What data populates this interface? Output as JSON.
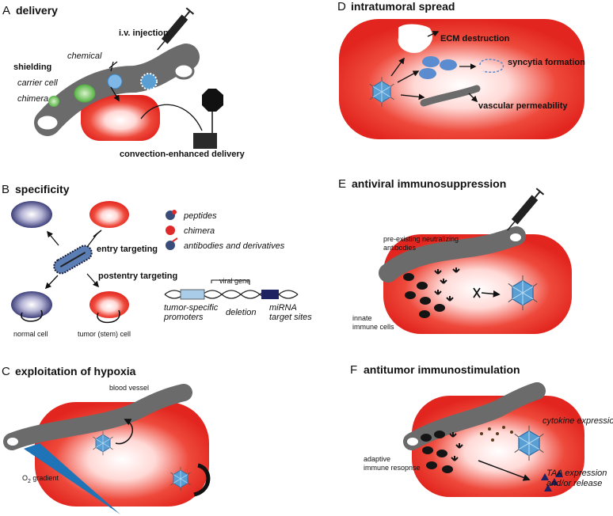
{
  "panels": {
    "A": {
      "letter": "A",
      "title": "delivery",
      "labels": {
        "iv": "i.v. injection",
        "shielding": "shielding",
        "chemical": "chemical",
        "carrier": "carrier cell",
        "chimera": "chimera",
        "ced": "convection-enhanced delivery"
      }
    },
    "B": {
      "letter": "B",
      "title": "specificity",
      "labels": {
        "entry": "entry targeting",
        "postentry": "postentry targeting",
        "normal": "normal cell",
        "tumor": "tumor (stem) cell",
        "peptides": "peptides",
        "chimera": "chimera",
        "antibodies": "antibodies and derivatives",
        "viralgene": "viral gene",
        "promoters_1": "tumor-specific",
        "promoters_2": "promoters",
        "deletion": "deletion",
        "mirna_1": "miRNA",
        "mirna_2": "target sites"
      }
    },
    "C": {
      "letter": "C",
      "title": "exploitation of hypoxia",
      "labels": {
        "vessel": "blood vessel",
        "o2": "O",
        "o2sub": "2",
        "gradient": " gradient"
      }
    },
    "D": {
      "letter": "D",
      "title": "intratumoral spread",
      "labels": {
        "ecm": "ECM destruction",
        "syncytia": "syncytia formation",
        "vascular": "vascular permeability"
      }
    },
    "E": {
      "letter": "E",
      "title": "antiviral immunosuppression",
      "labels": {
        "pre1": "pre-existing neutralizing",
        "pre2": "antibodies",
        "innate1": "innate",
        "innate2": "immune cells"
      }
    },
    "F": {
      "letter": "F",
      "title": "antitumor immunostimulation",
      "labels": {
        "cytokine": "cytokine expression",
        "adaptive1": "adaptive",
        "adaptive2": "immune resopnse",
        "taa1": "TAA expression",
        "taa2": "and/or release"
      }
    }
  },
  "colors": {
    "tumor": "#e8312a",
    "vessel": "#6b6b6b",
    "virus": "#5a9fd4",
    "normal": "#2b2d6e",
    "o2": "#1f73b7"
  }
}
